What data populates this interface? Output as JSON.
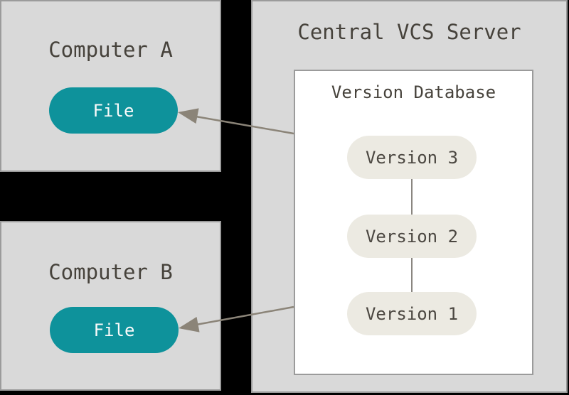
{
  "colors": {
    "canvas-bg": "#000000",
    "box-fill": "#d9d9d9",
    "box-border": "#9b9b9b",
    "panel-fill": "#ffffff",
    "file-pill-fill": "#0e929b",
    "file-pill-text": "#fafafa",
    "version-pill-fill": "#eceae2",
    "text-dark": "#46423b",
    "version-text": "#4b4741",
    "connector": "#8a8680",
    "arrow": "#8b8478"
  },
  "computer_a": {
    "title": "Computer A",
    "file_label": "File"
  },
  "computer_b": {
    "title": "Computer B",
    "file_label": "File"
  },
  "server": {
    "title": "Central VCS Server",
    "database": {
      "title": "Version Database",
      "versions": [
        "Version 3",
        "Version 2",
        "Version 1"
      ]
    }
  }
}
